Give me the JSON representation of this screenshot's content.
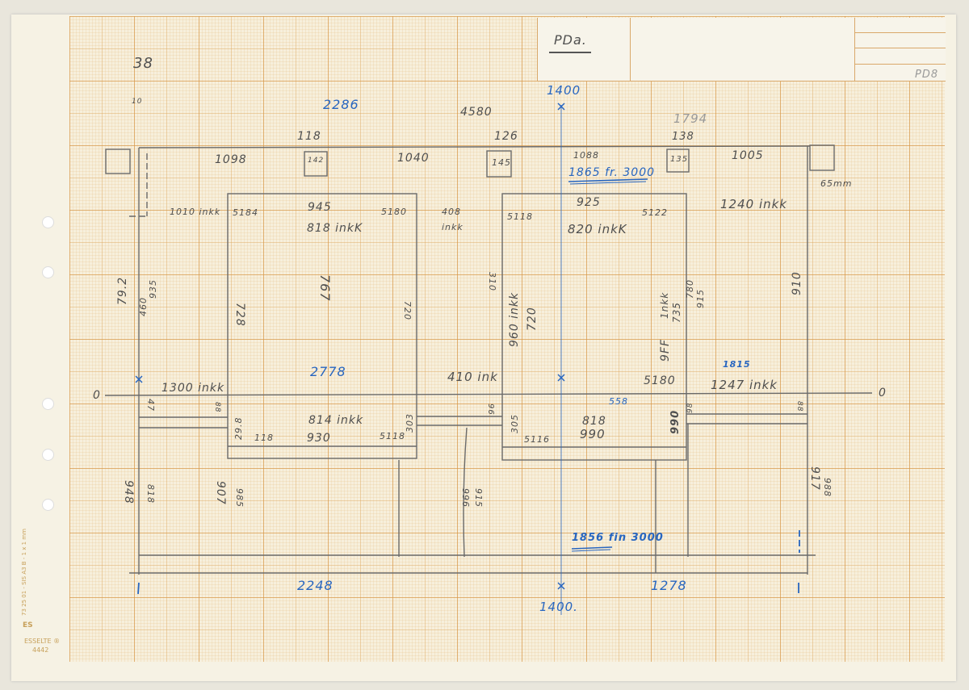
{
  "sheet": {
    "title": "PDa.",
    "drawing_number": "PD8",
    "brand": "ESSELTE ®",
    "brand_number": "4442",
    "side_print": "73 25 01 - SIS A3 B - 1 x 1 mm"
  },
  "labels": [
    "38",
    "2286",
    "4580",
    "1400",
    "1794",
    "118",
    "126",
    "138",
    "1098",
    "1040",
    "1088",
    "1865 fr. 3000",
    "1005",
    "65mm",
    "145",
    "1010 inkk",
    "5184",
    "945",
    "818 inkK",
    "5180",
    "408",
    "inkk",
    "5118",
    "925",
    "5122",
    "820 inkK",
    "1240 inkk",
    "79.2",
    "460",
    "935",
    "728",
    "767",
    "720",
    "310",
    "960 inkk",
    "720",
    "9FF",
    "1nkk",
    "735",
    "780",
    "915",
    "910",
    "2778",
    "1300 inkk",
    "410 ink",
    "1815",
    "1247 inkk",
    "5180",
    "558",
    "47",
    "88",
    "96",
    "98",
    "88",
    "29.8",
    "814 inkk",
    "118",
    "930",
    "5118",
    "303",
    "305",
    "5116",
    "818",
    "990",
    "990",
    "948",
    "818",
    "907",
    "985",
    "996",
    "915",
    "917",
    "988",
    "1856 fin 3000",
    "2248",
    "1278",
    "1400.",
    "0",
    "0",
    "142",
    "135",
    "10"
  ],
  "colors": {
    "pencil": "#4f4f4f",
    "blue_ink": "#2866c0",
    "grid": "#d6964a",
    "paper": "#f7efdc"
  }
}
